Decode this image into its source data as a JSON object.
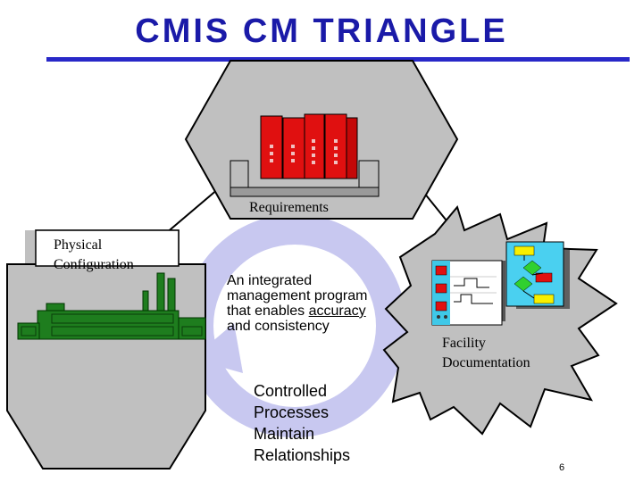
{
  "title": "CMIS CM TRIANGLE",
  "nodes": {
    "requirements": "Requirements",
    "physical": [
      "Physical",
      "Configuration"
    ],
    "facility": [
      "Facility",
      "Documentation"
    ]
  },
  "center": {
    "line1": "An integrated",
    "line2": "management program",
    "line3_pre": "that enables ",
    "line3_link": "accuracy",
    "line4": "and consistency"
  },
  "controlled": [
    "Controlled",
    "Processes",
    "Maintain",
    "Relationships"
  ],
  "page_number": "6",
  "colors": {
    "title": "#1a1aa8",
    "rule": "#2828c8",
    "shape_fill": "#c0c0c0",
    "arrow": "#c8c8f0",
    "binder": "#e01010",
    "factory": "#1e7d1e"
  }
}
